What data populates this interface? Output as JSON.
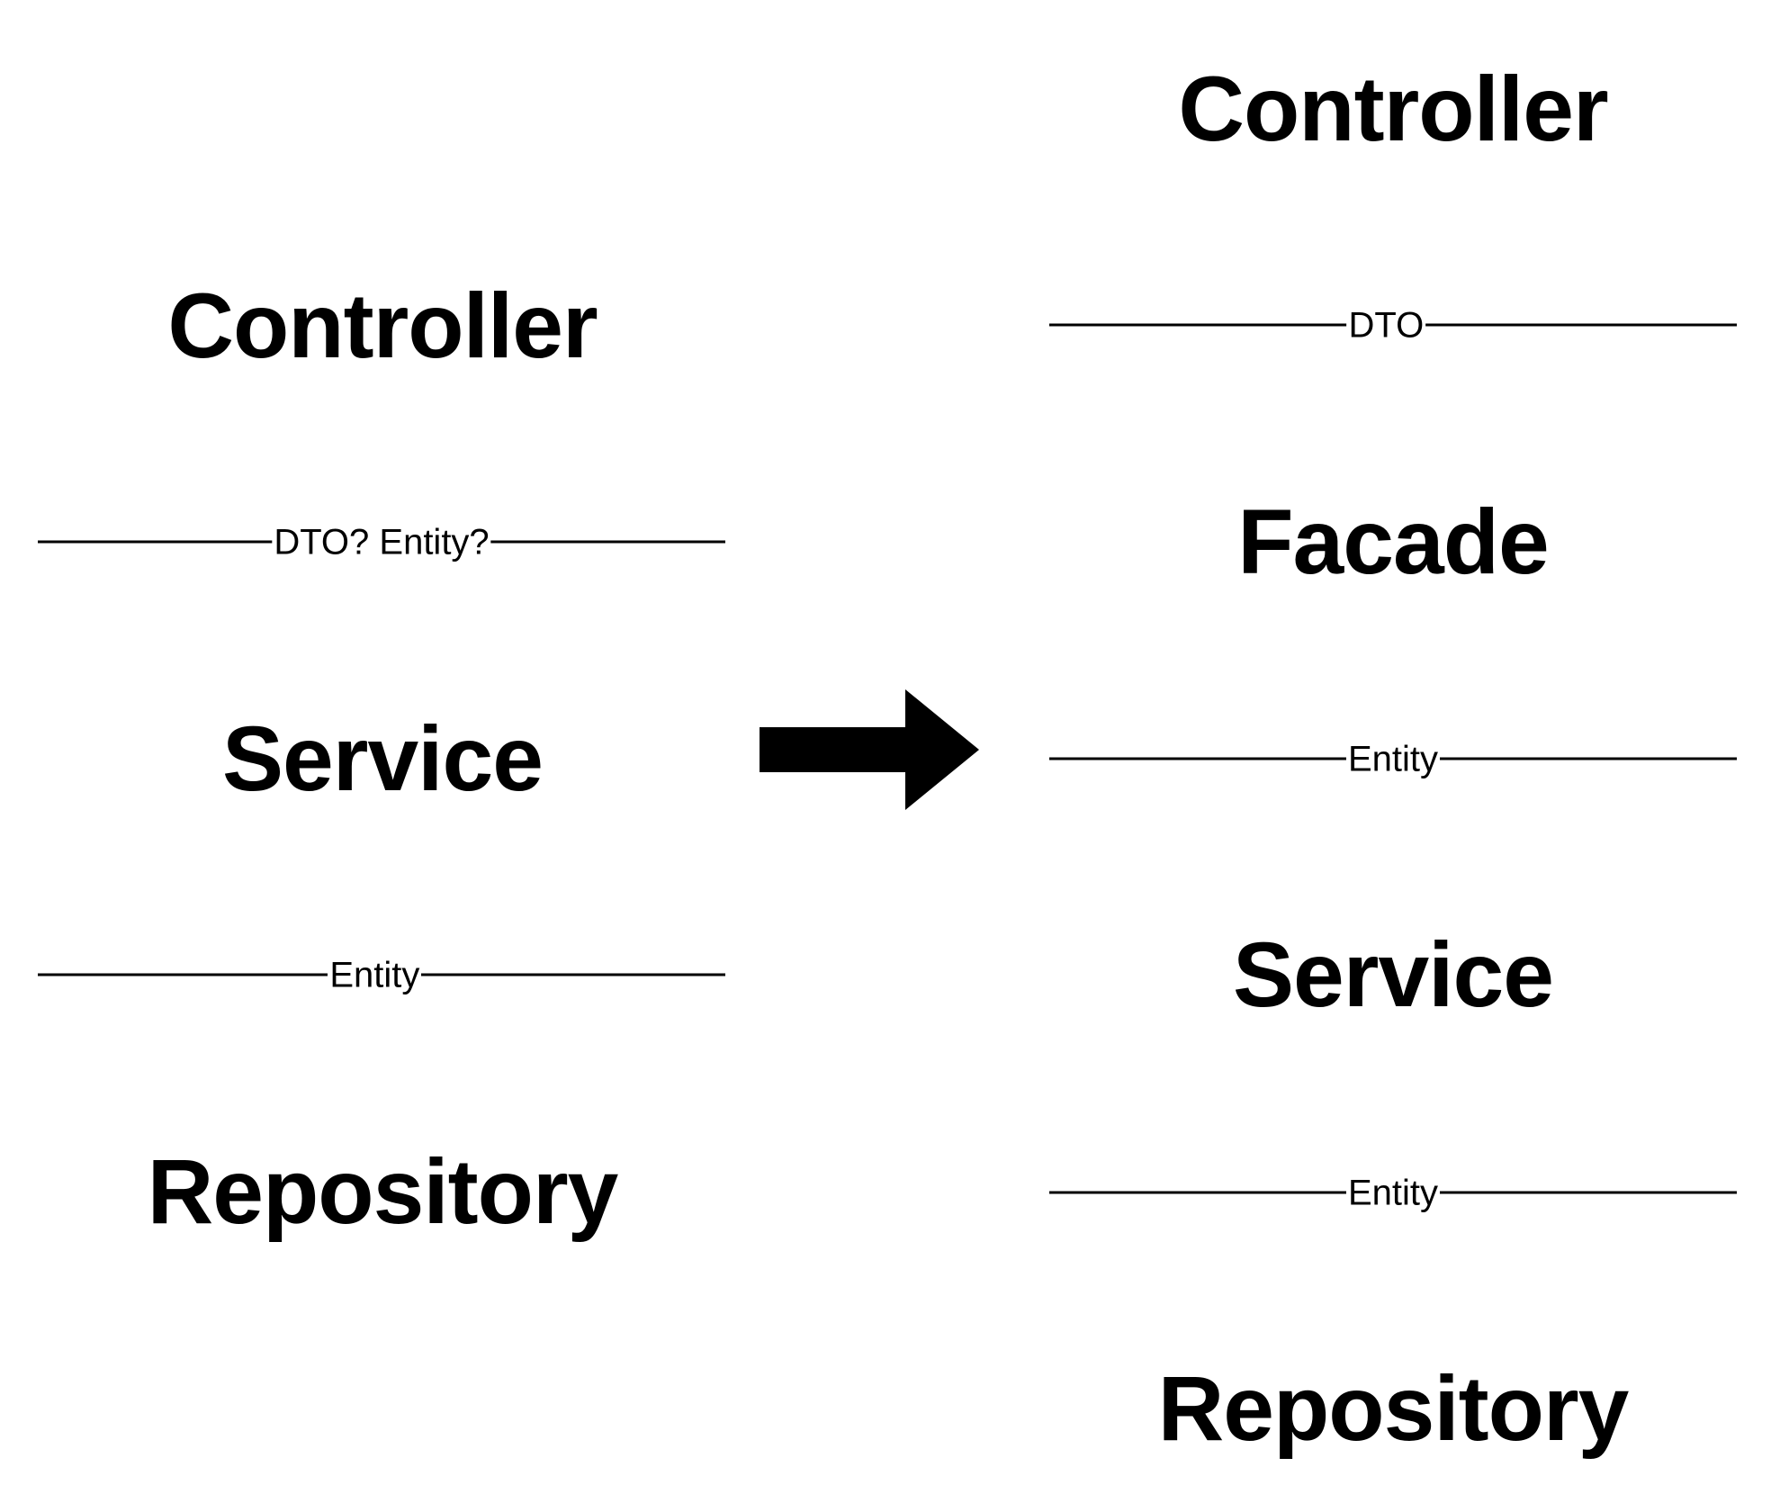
{
  "before": {
    "layers": [
      "Controller",
      "Service",
      "Repository"
    ],
    "boundaries": [
      "DTO? Entity?",
      "Entity"
    ]
  },
  "after": {
    "layers": [
      "Controller",
      "Facade",
      "Service",
      "Repository"
    ],
    "boundaries": [
      "DTO",
      "Entity",
      "Entity"
    ]
  },
  "colors": {
    "ink": "#000000",
    "background": "#ffffff"
  },
  "icons": {
    "transition": "arrow-right-icon"
  }
}
